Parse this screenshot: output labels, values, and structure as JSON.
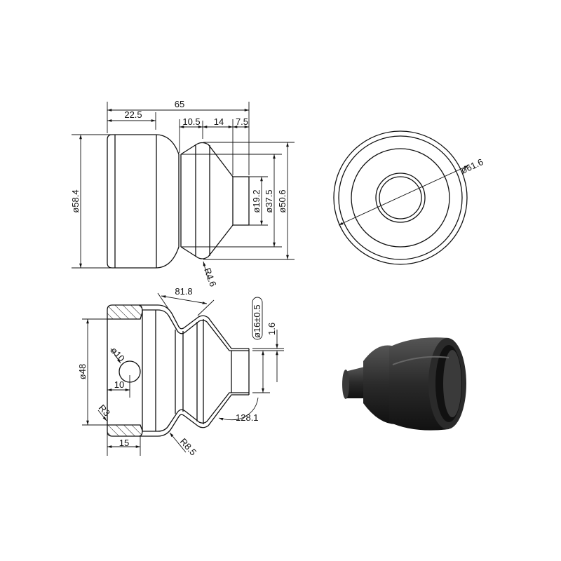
{
  "side_view": {
    "dims": {
      "overall_length": "65",
      "body_length": "22.5",
      "seg_a": "10.5",
      "seg_b": "14",
      "seg_c": "7.5",
      "outer_dia": "ø58.4",
      "tube_dia": "ø19.2",
      "neck_dia": "ø37.5",
      "bulge_dia": "ø50.6",
      "radius": "R4.6"
    }
  },
  "end_view": {
    "dims": {
      "outer_dia": "ø61.6"
    }
  },
  "section_view": {
    "dims": {
      "angle_top": "81.8",
      "tube_dia": "ø16±0.5",
      "wall": "1.6",
      "bore_dia": "ø48",
      "hole_dia": "ø10",
      "hole_offset": "10",
      "flange_radius": "R3",
      "flange_width": "15",
      "bellows_radius": "R8.5",
      "angle_cone": "128.1"
    }
  },
  "render_3d": {
    "color": "#2b2b2b"
  }
}
